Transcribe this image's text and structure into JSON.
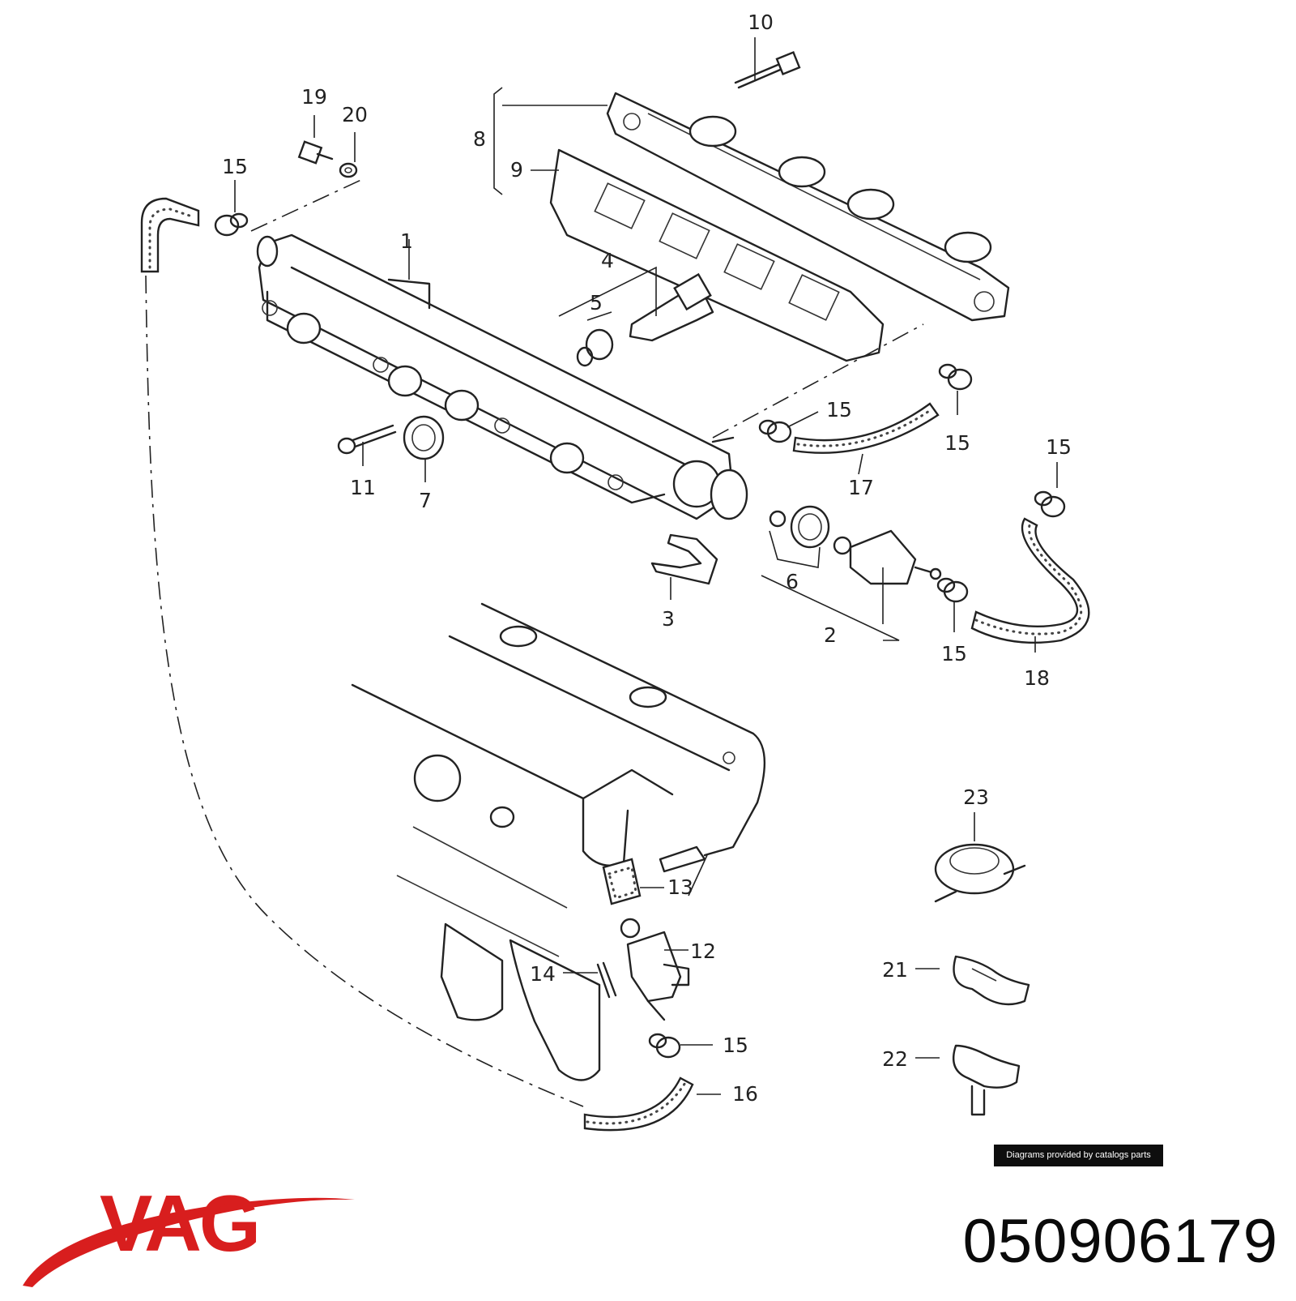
{
  "diagram": {
    "callouts": [
      {
        "id": "c10",
        "text": "10"
      },
      {
        "id": "c19",
        "text": "19"
      },
      {
        "id": "c20",
        "text": "20"
      },
      {
        "id": "c15a",
        "text": "15"
      },
      {
        "id": "c8",
        "text": "8"
      },
      {
        "id": "c9",
        "text": "9"
      },
      {
        "id": "c1",
        "text": "1"
      },
      {
        "id": "c4",
        "text": "4"
      },
      {
        "id": "c5",
        "text": "5"
      },
      {
        "id": "c15b",
        "text": "15"
      },
      {
        "id": "c15c",
        "text": "15"
      },
      {
        "id": "c17",
        "text": "17"
      },
      {
        "id": "c11",
        "text": "11"
      },
      {
        "id": "c7",
        "text": "7"
      },
      {
        "id": "c15d",
        "text": "15"
      },
      {
        "id": "c6",
        "text": "6"
      },
      {
        "id": "c3",
        "text": "3"
      },
      {
        "id": "c2",
        "text": "2"
      },
      {
        "id": "c15e",
        "text": "15"
      },
      {
        "id": "c18",
        "text": "18"
      },
      {
        "id": "c23",
        "text": "23"
      },
      {
        "id": "c13",
        "text": "13"
      },
      {
        "id": "c12",
        "text": "12"
      },
      {
        "id": "c14",
        "text": "14"
      },
      {
        "id": "c21",
        "text": "21"
      },
      {
        "id": "c15f",
        "text": "15"
      },
      {
        "id": "c22",
        "text": "22"
      },
      {
        "id": "c16",
        "text": "16"
      }
    ],
    "credit": "Diagrams provided by catalogs parts"
  },
  "brand": {
    "logo_text": "VAG",
    "logo_color": "#d81e1e"
  },
  "part_number": "050906179"
}
